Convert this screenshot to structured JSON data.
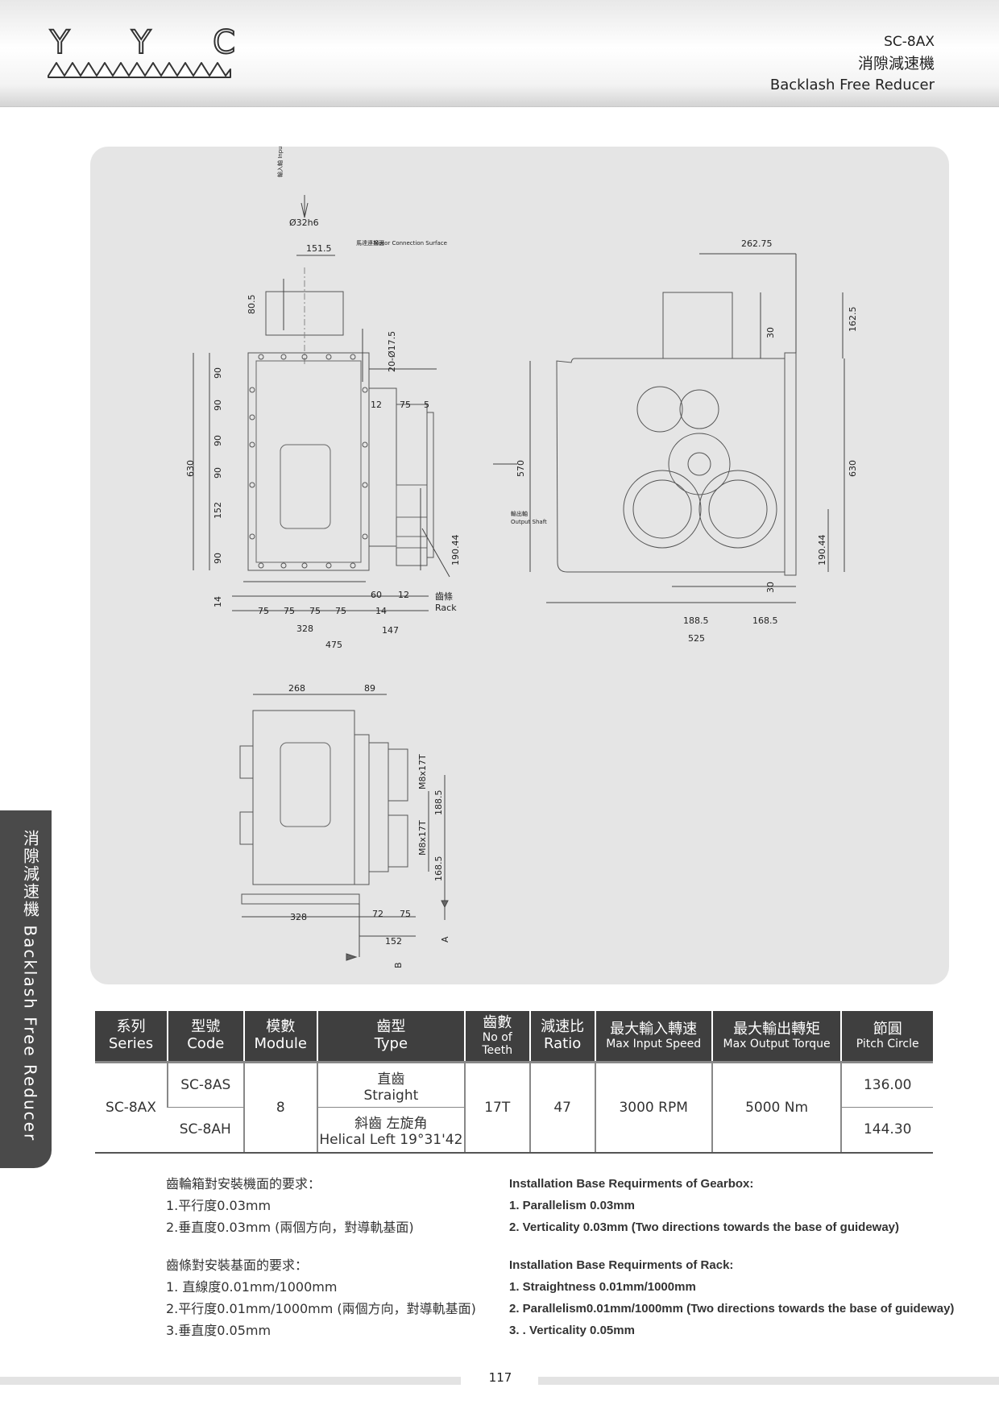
{
  "header": {
    "logo_letters": [
      "Y",
      "Y",
      "C"
    ],
    "model": "SC-8AX",
    "title_cn": "消隙減速機",
    "title_en": "Backlash Free Reducer"
  },
  "side_tab": {
    "text": "消隙減速機  Backlash Free Reducer"
  },
  "drawing": {
    "view1": {
      "input_shaft_cn": "輸入軸",
      "input_shaft_en": "Input Shaft",
      "motor_surface_cn": "馬達連接面",
      "motor_surface_en": "Motor Connection Surface",
      "shaft_dia": "Ø32h6",
      "dim_151_5": "151.5",
      "dim_80_5": "80.5",
      "holes": "20-Ø17.5",
      "dim_12": "12",
      "dim_75": "75",
      "dim_5": "5",
      "dim_630": "630",
      "left_dims": [
        "90",
        "90",
        "90",
        "90",
        "152",
        "90",
        "14"
      ],
      "bottom_dims": [
        "75",
        "75",
        "75",
        "75"
      ],
      "dim_14b": "14",
      "dim_60": "60",
      "dim_12b": "12",
      "dim_328": "328",
      "dim_147": "147",
      "dim_475": "475",
      "dim_190_44": "190.44",
      "rack_cn": "齒條",
      "rack_en": "Rack",
      "output_shaft_cn": "輸出軸",
      "output_shaft_en": "Output Shaft"
    },
    "view2": {
      "dim_262_75": "262.75",
      "dim_162_5": "162.5",
      "dim_30a": "30",
      "dim_570": "570",
      "dim_630": "630",
      "dim_190_44": "190.44",
      "dim_30b": "30",
      "dim_188_5": "188.5",
      "dim_168_5": "168.5",
      "dim_525": "525"
    },
    "view3": {
      "dim_268": "268",
      "dim_89": "89",
      "dim_m8a": "M8x17T",
      "dim_m8b": "M8x17T",
      "dim_188_5": "188.5",
      "dim_168_5": "168.5",
      "dim_328": "328",
      "dim_72": "72",
      "dim_75": "75",
      "dim_152": "152",
      "datum_a": "A",
      "datum_b": "B"
    }
  },
  "table": {
    "headers": [
      {
        "cn": "系列",
        "en": "Series"
      },
      {
        "cn": "型號",
        "en": "Code"
      },
      {
        "cn": "模數",
        "en": "Module"
      },
      {
        "cn": "齒型",
        "en": "Type"
      },
      {
        "cn": "齒數",
        "en": "No of Teeth"
      },
      {
        "cn": "減速比",
        "en": "Ratio"
      },
      {
        "cn": "最大輸入轉速",
        "en": "Max Input Speed"
      },
      {
        "cn": "最大輸出轉矩",
        "en": "Max Output Torque"
      },
      {
        "cn": "節圓",
        "en": "Pitch Circle"
      }
    ],
    "series": "SC-8AX",
    "module": "8",
    "teeth": "17T",
    "ratio": "47",
    "max_input_speed": "3000 RPM",
    "max_output_torque": "5000 Nm",
    "rows": [
      {
        "code": "SC-8AS",
        "type_cn": "直齒",
        "type_en": "Straight",
        "pitch_circle": "136.00"
      },
      {
        "code": "SC-8AH",
        "type_cn": "斜齒 左旋角",
        "type_en": "Helical Left 19°31'42",
        "pitch_circle": "144.30"
      }
    ]
  },
  "notes_cn": {
    "gearbox_title": "齒輪箱對安裝機面的要求：",
    "gearbox_items": [
      "1.平行度0.03mm",
      "2.垂直度0.03mm (兩個方向，對導軌基面)"
    ],
    "rack_title": "齒條對安裝基面的要求：",
    "rack_items": [
      "1. 直線度0.01mm/1000mm",
      "2.平行度0.01mm/1000mm (兩個方向，對導軌基面)",
      "3.垂直度0.05mm"
    ]
  },
  "notes_en": {
    "gearbox_title": "Installation Base Requirments of Gearbox:",
    "gearbox_items": [
      "1. Parallelism 0.03mm",
      "2. Verticality 0.03mm (Two directions towards the base of guideway)"
    ],
    "rack_title": "Installation Base Requirments of Rack:",
    "rack_items": [
      "1. Straightness 0.01mm/1000mm",
      "2. Parallelism0.01mm/1000mm (Two directions towards the base of guideway)",
      "3. . Verticality 0.05mm"
    ]
  },
  "footer": {
    "page_number": "117"
  }
}
